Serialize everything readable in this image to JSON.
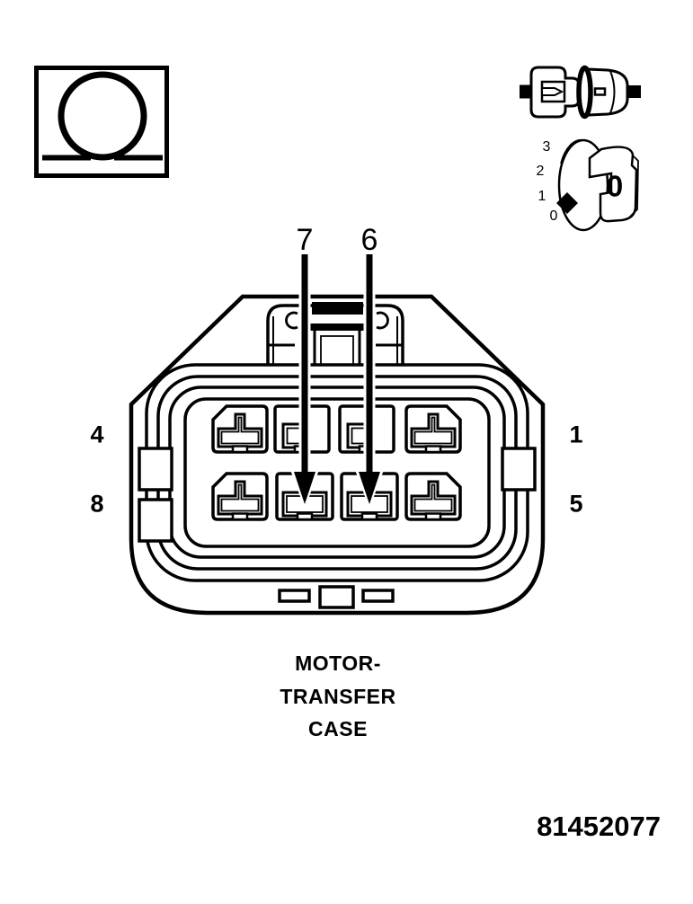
{
  "colors": {
    "ink": "#000000",
    "background": "#ffffff"
  },
  "header_symbols": {
    "resistance_symbol_icon": "omega-resistance-symbol",
    "connector_pair_icon": "inline-connector-halves-symbol",
    "ignition_key": {
      "dial_position_labels": [
        "3",
        "2",
        "1",
        "0"
      ],
      "key_face_label": "0"
    }
  },
  "connector": {
    "callouts": [
      {
        "pin": "7"
      },
      {
        "pin": "6"
      }
    ],
    "side_pin_labels": [
      {
        "label": "4"
      },
      {
        "label": "1"
      },
      {
        "label": "8"
      },
      {
        "label": "5"
      }
    ],
    "caption_lines": [
      "MOTOR-",
      "TRANSFER",
      "CASE"
    ]
  },
  "part_number": "81452077"
}
